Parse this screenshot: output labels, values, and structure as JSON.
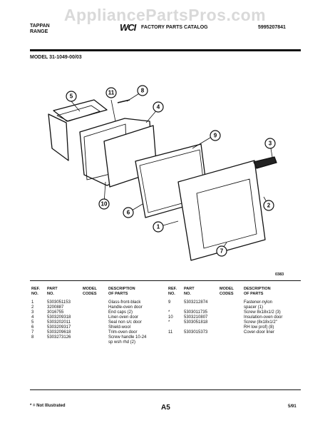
{
  "watermark": "AppliancePartsPros.com",
  "header": {
    "brand_line1": "TAPPAN",
    "brand_line2": "RANGE",
    "logo_text": "WCI",
    "catalog_title": "FACTORY PARTS CATALOG",
    "catalog_number": "5995207841",
    "model": "MODEL 31-1049-00/03"
  },
  "diagram": {
    "callouts": [
      "1",
      "2",
      "3",
      "4",
      "5",
      "6",
      "7",
      "8",
      "9",
      "10",
      "11"
    ],
    "figure_number": "0383"
  },
  "table": {
    "headers": {
      "ref_no": "REF.\nNO.",
      "part_no": "PART\nNO.",
      "model_codes": "MODEL\nCODES",
      "description": "DESCRIPTION\nOF PARTS"
    },
    "left_rows": [
      {
        "ref": "1",
        "part": "5303051153",
        "codes": "",
        "desc": "Glass-front-black"
      },
      {
        "ref": "2",
        "part": "3200887",
        "codes": "",
        "desc": "Handle-oven door"
      },
      {
        "ref": "3",
        "part": "3016755",
        "codes": "",
        "desc": "End caps (2)"
      },
      {
        "ref": "4",
        "part": "5303209318",
        "codes": "",
        "desc": "Liner-oven door"
      },
      {
        "ref": "5",
        "part": "5303202011",
        "codes": "",
        "desc": "Seal non s/c door"
      },
      {
        "ref": "6",
        "part": "5303209317",
        "codes": "",
        "desc": "Shield-wool"
      },
      {
        "ref": "7",
        "part": "5303209618",
        "codes": "",
        "desc": "Trim-oven door"
      },
      {
        "ref": "8",
        "part": "5303273126",
        "codes": "",
        "desc": "Screw handle 10-24\nsp wsh rhd (2)"
      }
    ],
    "right_rows": [
      {
        "ref": "9",
        "part": "5303212874",
        "codes": "",
        "desc": "Fastener-nylon\nspacer (1)"
      },
      {
        "ref": "*",
        "part": "5303011735",
        "codes": "",
        "desc": "Screw 8x18x1/2 (3)"
      },
      {
        "ref": "10",
        "part": "5303210807",
        "codes": "",
        "desc": "Insulation-oven door"
      },
      {
        "ref": "*",
        "part": "5303051818",
        "codes": "",
        "desc": "Screw (8x18x1/2\"\nRH  low prof) (8)"
      },
      {
        "ref": "11",
        "part": "5303015373",
        "codes": "",
        "desc": "Cover-door liner"
      }
    ]
  },
  "footer": {
    "note": "* = Not Illustrated",
    "page": "A5",
    "date": "5/91"
  }
}
